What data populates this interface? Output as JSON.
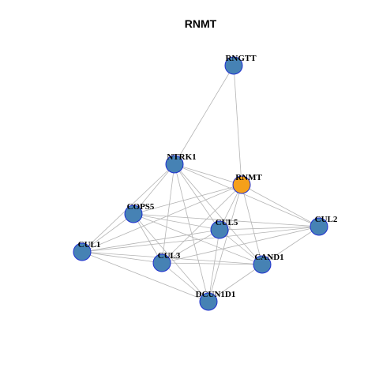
{
  "title": "RNMT",
  "colors": {
    "query_node": "#f5a01a",
    "other_node": "#4682b4",
    "node_border": "#1f2fd0",
    "edge": "#b4b4b4"
  },
  "nodes": [
    {
      "id": "RNGTT",
      "label": "RNGTT",
      "query": false
    },
    {
      "id": "NTRK1",
      "label": "NTRK1",
      "query": false
    },
    {
      "id": "RNMT",
      "label": "RNMT",
      "query": true
    },
    {
      "id": "COPS5",
      "label": "COPS5",
      "query": false
    },
    {
      "id": "CUL5",
      "label": "CUL5",
      "query": false
    },
    {
      "id": "CUL2",
      "label": "CUL2",
      "query": false
    },
    {
      "id": "CUL1",
      "label": "CUL1",
      "query": false
    },
    {
      "id": "CUL3",
      "label": "CUL3",
      "query": false
    },
    {
      "id": "CAND1",
      "label": "CAND1",
      "query": false
    },
    {
      "id": "DCUN1D1",
      "label": "DCUN1D1",
      "query": false
    }
  ],
  "edges": [
    [
      "RNGTT",
      "NTRK1"
    ],
    [
      "RNGTT",
      "RNMT"
    ],
    [
      "NTRK1",
      "RNMT"
    ],
    [
      "NTRK1",
      "COPS5"
    ],
    [
      "NTRK1",
      "CUL5"
    ],
    [
      "NTRK1",
      "CUL2"
    ],
    [
      "NTRK1",
      "CUL1"
    ],
    [
      "NTRK1",
      "CUL3"
    ],
    [
      "NTRK1",
      "CAND1"
    ],
    [
      "NTRK1",
      "DCUN1D1"
    ],
    [
      "RNMT",
      "COPS5"
    ],
    [
      "RNMT",
      "CUL5"
    ],
    [
      "RNMT",
      "CUL2"
    ],
    [
      "RNMT",
      "CUL1"
    ],
    [
      "RNMT",
      "CUL3"
    ],
    [
      "RNMT",
      "CAND1"
    ],
    [
      "RNMT",
      "DCUN1D1"
    ],
    [
      "COPS5",
      "CUL5"
    ],
    [
      "COPS5",
      "CUL2"
    ],
    [
      "COPS5",
      "CUL1"
    ],
    [
      "COPS5",
      "CUL3"
    ],
    [
      "COPS5",
      "CAND1"
    ],
    [
      "COPS5",
      "DCUN1D1"
    ],
    [
      "CUL5",
      "CUL2"
    ],
    [
      "CUL5",
      "CUL1"
    ],
    [
      "CUL5",
      "CUL3"
    ],
    [
      "CUL5",
      "CAND1"
    ],
    [
      "CUL5",
      "DCUN1D1"
    ],
    [
      "CUL2",
      "CUL1"
    ],
    [
      "CUL2",
      "CUL3"
    ],
    [
      "CUL2",
      "CAND1"
    ],
    [
      "CUL1",
      "CUL3"
    ],
    [
      "CUL1",
      "CAND1"
    ],
    [
      "CUL1",
      "DCUN1D1"
    ],
    [
      "CUL3",
      "CAND1"
    ],
    [
      "CUL3",
      "DCUN1D1"
    ],
    [
      "CAND1",
      "DCUN1D1"
    ]
  ]
}
